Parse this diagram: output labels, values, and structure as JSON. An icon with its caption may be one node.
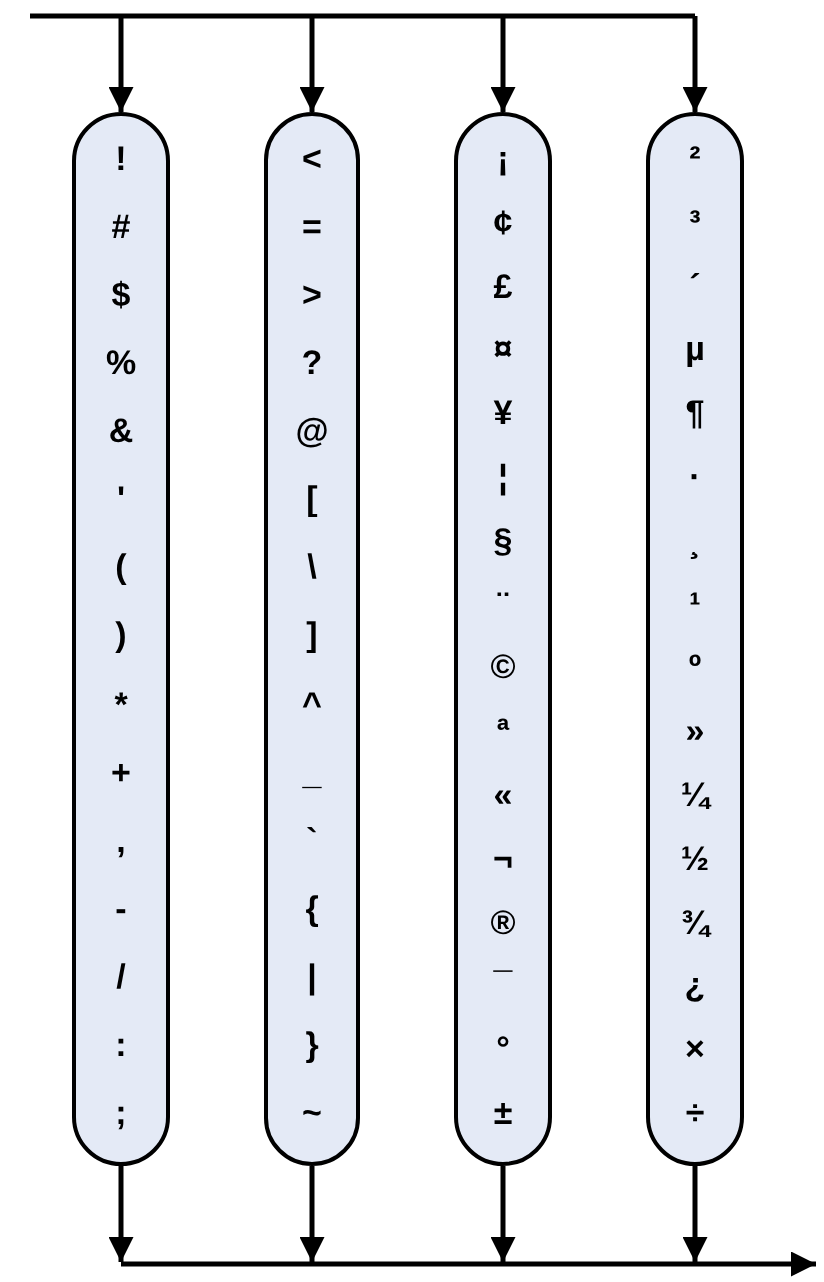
{
  "diagram": {
    "nodes": [
      {
        "text": [
          "!",
          "#",
          "$",
          "%",
          "&",
          "'",
          "(",
          ")",
          "*",
          "+",
          ",",
          "-",
          "/",
          ":",
          ";"
        ]
      },
      {
        "text": [
          "<",
          "=",
          ">",
          "?",
          "@",
          "[",
          "\\",
          "]",
          "^",
          "_",
          "`",
          "{",
          "|",
          "}",
          "~"
        ]
      },
      {
        "text": [
          "¡",
          "¢",
          "£",
          "¤",
          "¥",
          "¦",
          "§",
          "¨",
          "©",
          "ª",
          "«",
          "¬",
          "®",
          "¯",
          "°",
          "±"
        ]
      },
      {
        "text": [
          "²",
          "³",
          "´",
          "µ",
          "¶",
          "·",
          "¸",
          "¹",
          "º",
          "»",
          "¼",
          "½",
          "¾",
          "¿",
          "×",
          "÷"
        ]
      }
    ],
    "edges": [
      {
        "from": null,
        "to": 0,
        "arrow": "to"
      },
      {
        "from": null,
        "to": 1,
        "arrow": "to"
      },
      {
        "from": null,
        "to": 2,
        "arrow": "to"
      },
      {
        "from": null,
        "to": 3,
        "arrow": "to"
      },
      {
        "from": 0,
        "to": null,
        "arrow": "to"
      },
      {
        "from": 1,
        "to": null,
        "arrow": "to"
      },
      {
        "from": 2,
        "to": null,
        "arrow": "to"
      },
      {
        "from": 3,
        "to": null,
        "arrow": "to"
      }
    ]
  }
}
